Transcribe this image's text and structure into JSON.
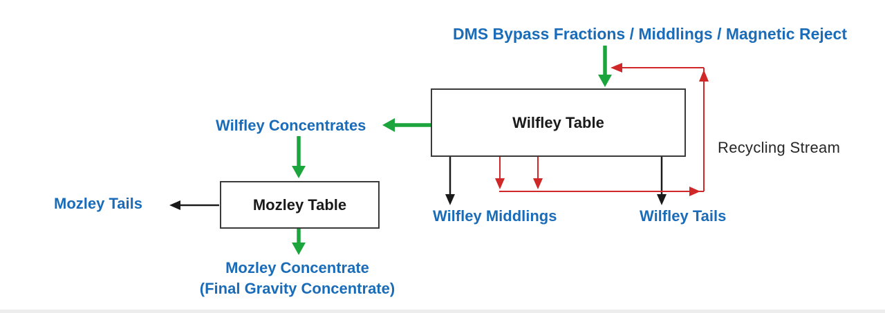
{
  "diagram": {
    "title": "DMS Bypass Fractions / Middlings / Magnetic Reject",
    "nodes": {
      "wilfley_table": "Wilfley Table",
      "mozley_table": "Mozley Table"
    },
    "labels": {
      "wilfley_concentrates": "Wilfley Concentrates",
      "wilfley_middlings": "Wilfley Middlings",
      "wilfley_tails": "Wilfley Tails",
      "mozley_tails": "Mozley Tails",
      "mozley_concentrate_line1": "Mozley Concentrate",
      "mozley_concentrate_line2": "(Final Gravity Concentrate)",
      "recycling_stream": "Recycling Stream"
    },
    "colors": {
      "label_blue": "#1a6cb8",
      "arrow_green": "#1ca53c",
      "arrow_red": "#d02828",
      "arrow_black": "#1a1a1a",
      "box_border": "#3a3a3a",
      "background": "#ffffff"
    }
  }
}
